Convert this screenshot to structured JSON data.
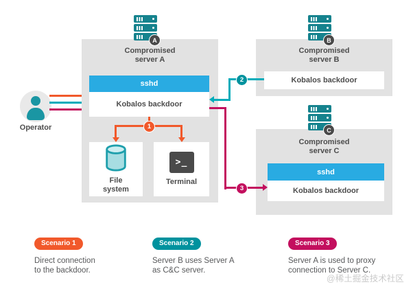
{
  "diagram": {
    "operator": {
      "label": "Operator"
    },
    "server_a": {
      "badge": "A",
      "title_line1": "Compromised",
      "title_line2": "server A",
      "sshd_label": "sshd",
      "backdoor_label": "Kobalos backdoor"
    },
    "server_b": {
      "badge": "B",
      "title_line1": "Compromised",
      "title_line2": "server B",
      "backdoor_label": "Kobalos backdoor"
    },
    "server_c": {
      "badge": "C",
      "title_line1": "Compromised",
      "title_line2": "server C",
      "sshd_label": "sshd",
      "backdoor_label": "Kobalos backdoor"
    },
    "file_system": {
      "line1": "File",
      "line2": "system"
    },
    "terminal": {
      "label": "Terminal",
      "glyph": ">_"
    },
    "connector_badges": {
      "one": "1",
      "two": "2",
      "three": "3"
    }
  },
  "scenarios": [
    {
      "badge": "Scenario 1",
      "line1": "Direct connection",
      "line2": "to the backdoor."
    },
    {
      "badge": "Scenario 2",
      "line1": "Server B uses Server A",
      "line2": "as C&C server."
    },
    {
      "badge": "Scenario 3",
      "line1": "Server A is used to proxy",
      "line2": "connection to Server C."
    }
  ],
  "watermark": "@稀土掘金技术社区",
  "colors": {
    "teal-icon": "#16838e",
    "person-teal": "#1a96a3",
    "teal-line": "#00acba",
    "teal-badge": "#00929e",
    "blue": "#29abe2",
    "orange": "#f1592b",
    "crimson": "#c30f5e",
    "panel": "#e2e2e2",
    "dark": "#4d4d4d",
    "text": "#58595b",
    "badge-circle": "#4a4a4a",
    "watermark": "#cbcbcb",
    "cyl-fill": "#a7dde2",
    "cyl-top": "#cdeef1",
    "cyl-stroke": "#1e9fac"
  }
}
